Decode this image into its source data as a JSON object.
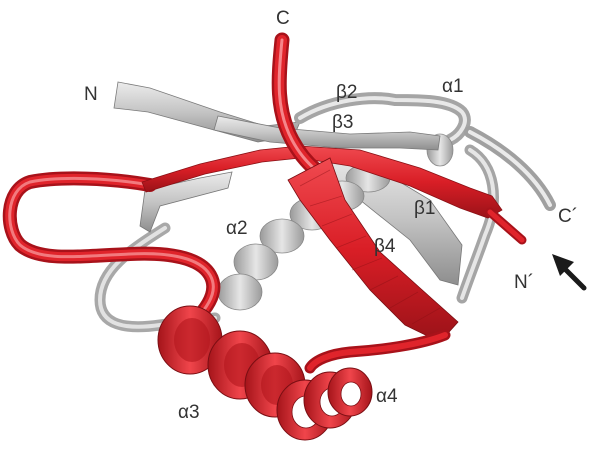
{
  "labels": {
    "c_term": "C",
    "n_term": "N",
    "c_prime": "C´",
    "n_prime": "N´",
    "alpha1": "α1",
    "alpha2": "α2",
    "alpha3": "α3",
    "alpha4": "α4",
    "beta1": "β1",
    "beta2": "β2",
    "beta3": "β3",
    "beta4": "β4"
  },
  "colors": {
    "red_chain": "#e0242b",
    "red_dark": "#a0141a",
    "grey_chain": "#c8c8c8",
    "grey_dark": "#8c8c8c",
    "arrow": "#1a1a1a"
  }
}
